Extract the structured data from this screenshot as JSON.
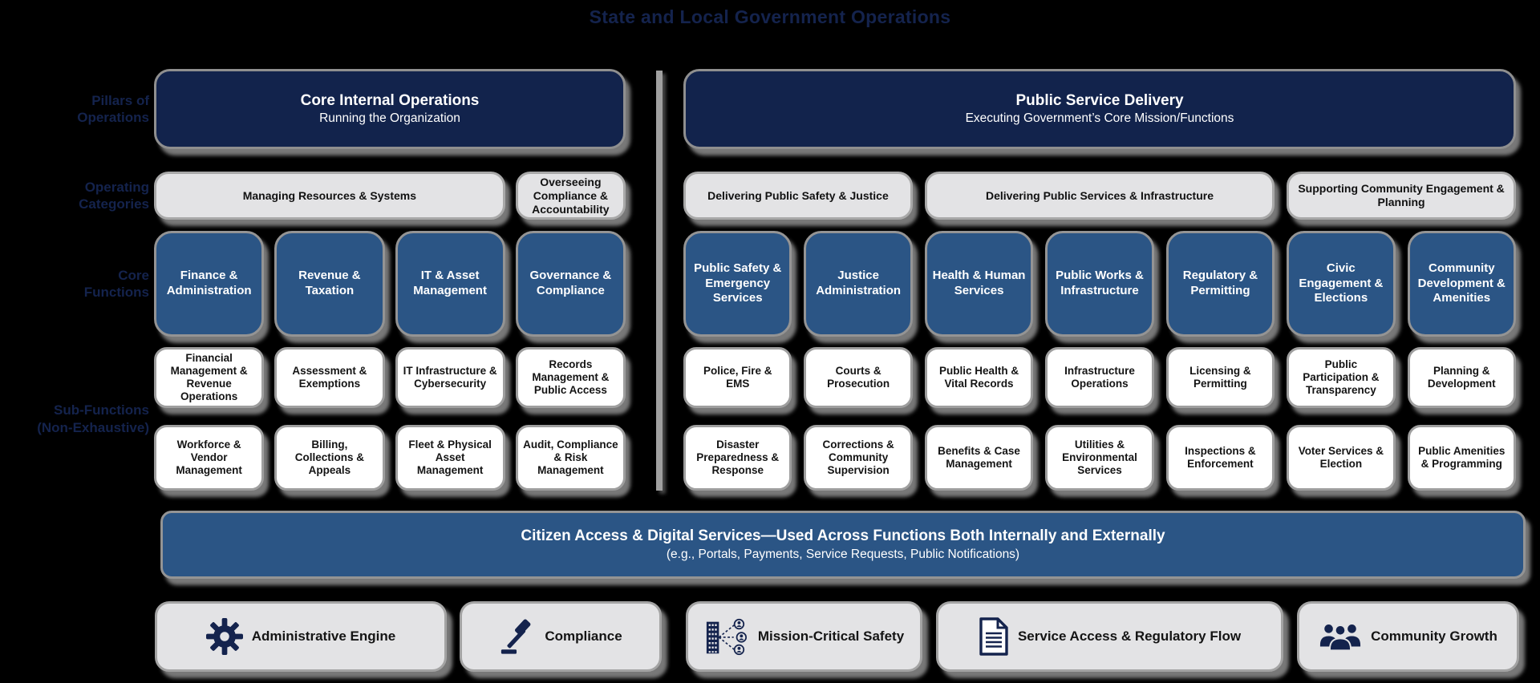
{
  "title": "State and Local Government Operations",
  "row_labels": [
    "Pillars of\nOperations",
    "Operating\nCategories",
    "Core\nFunctions",
    "Sub-Functions\n(Non-Exhaustive)"
  ],
  "pillars": {
    "left": {
      "title": "Core Internal Operations",
      "subtitle": "Running the Organization"
    },
    "right": {
      "title": "Public Service Delivery",
      "subtitle": "Executing Government’s Core Mission/Functions"
    }
  },
  "operating": {
    "left": [
      {
        "label": "Managing Resources & Systems",
        "span": 3
      },
      {
        "label": "Overseeing Compliance & Accountability",
        "span": 1
      }
    ],
    "right": [
      {
        "label": "Delivering Public Safety & Justice",
        "span": 2
      },
      {
        "label": "Delivering Public Services & Infrastructure",
        "span": 3
      },
      {
        "label": "Supporting Community Engagement & Planning",
        "span": 2
      }
    ]
  },
  "core": {
    "left": [
      "Finance & Administration",
      "Revenue & Taxation",
      "IT & Asset Management",
      "Governance & Compliance"
    ],
    "right": [
      "Public Safety & Emergency Services",
      "Justice Administration",
      "Health & Human Services",
      "Public Works & Infrastructure",
      "Regulatory & Permitting",
      "Civic Engagement & Elections",
      "Community Development & Amenities"
    ]
  },
  "subs": {
    "left_row1": [
      "Financial Management & Revenue Operations",
      "Assessment & Exemptions",
      "IT Infrastructure & Cybersecurity",
      "Records Management & Public Access"
    ],
    "left_row2": [
      "Workforce & Vendor Management",
      "Billing, Collections & Appeals",
      "Fleet & Physical Asset Management",
      "Audit, Compliance & Risk Management"
    ],
    "right_row1": [
      "Police, Fire & EMS",
      "Courts & Prosecution",
      "Public Health & Vital Records",
      "Infrastructure Operations",
      "Licensing & Permitting",
      "Public Participation & Transparency",
      "Planning & Development"
    ],
    "right_row2": [
      "Disaster Preparedness & Response",
      "Corrections & Community Supervision",
      "Benefits & Case Management",
      "Utilities & Environmental Services",
      "Inspections & Enforcement",
      "Voter Services & Election",
      "Public Amenities & Programming"
    ]
  },
  "banner": {
    "title": "Citizen Access & Digital Services—Used Across Functions Both Internally and Externally",
    "subtitle": "(e.g., Portals, Payments, Service Requests, Public Notifications)"
  },
  "capabilities": [
    {
      "icon": "gear-icon",
      "label": "Administrative Engine"
    },
    {
      "icon": "gavel-icon",
      "label": "Compliance"
    },
    {
      "icon": "building-network-icon",
      "label": "Mission-Critical Safety"
    },
    {
      "icon": "document-icon",
      "label": "Service Access & Regulatory Flow"
    },
    {
      "icon": "people-icon",
      "label": "Community Growth"
    }
  ],
  "colors": {
    "navy": "#12234c",
    "blue": "#2b5585",
    "light-gray": "#e3e3e5",
    "navy-text": "#14234d",
    "border-gray": "#9a9a9a"
  }
}
